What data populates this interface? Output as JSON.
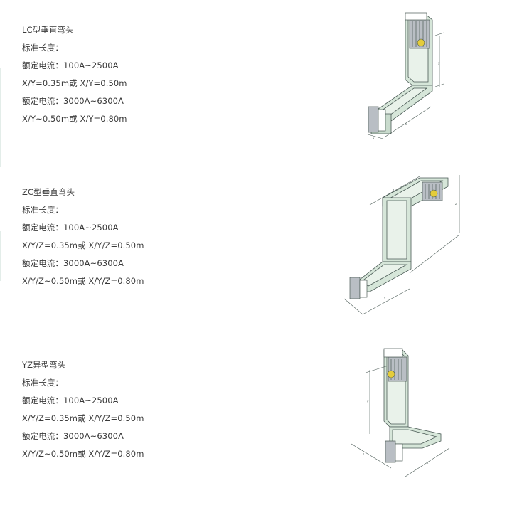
{
  "sections": [
    {
      "title": "LC型垂直弯头",
      "lines": [
        "标准长度：",
        "额定电流：100A~2500A",
        "X/Y=0.35m或 X/Y=0.50m",
        "额定电流：3000A~6300A",
        "X/Y~0.50m或 X/Y=0.80m"
      ],
      "dims": {
        "a": "x",
        "b": "x",
        "c": "y"
      }
    },
    {
      "title": "ZC型垂直弯头",
      "lines": [
        "标准长度：",
        "额定电流：100A~2500A",
        "X/Y/Z=0.35m或 X/Y/Z=0.50m",
        "额定电流：3000A~6300A",
        "X/Y/Z~0.50m或 X/Y/Z=0.80m"
      ],
      "dims": {
        "a": "x",
        "b": "y",
        "c": "z"
      }
    },
    {
      "title": "YZ异型弯头",
      "lines": [
        "标准长度：",
        "额定电流：100A~2500A",
        "X/Y/Z=0.35m或 X/Y/Z=0.50m",
        "额定电流：3000A~6300A",
        "X/Y/Z~0.50m或 X/Y/Z=0.80m"
      ],
      "dims": {
        "a": "z",
        "b": "x",
        "c": "y"
      }
    }
  ],
  "colors": {
    "busway_fill": "#d6e6d9",
    "busway_inner": "#e9f2ea",
    "outline": "#4a5a55",
    "connector": "#b9bec4",
    "badge": "#e4cc3a"
  }
}
